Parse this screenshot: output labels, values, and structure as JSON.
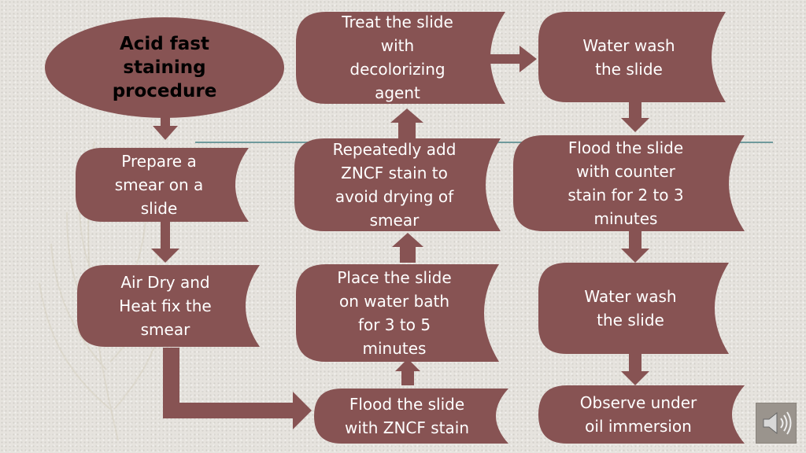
{
  "title": "Acid fast\nstaining\nprocedure",
  "colors": {
    "box_fill": "#875353",
    "arrow_fill": "#875353",
    "text": "#ffffff",
    "title_text": "#000000",
    "line": "#6f9a9c"
  },
  "steps": [
    "Prepare a\nsmear on a\nslide",
    "Air Dry and\nHeat fix the\nsmear",
    "Flood the slide\nwith ZNCF stain",
    "Place the slide\non water bath\nfor 3 to 5\nminutes",
    "Repeatedly add\nZNCF stain to\navoid drying of\nsmear",
    "Treat the slide\nwith\ndecolorizing\nagent",
    "Water wash\nthe slide",
    "Flood the slide\nwith counter\nstain for 2 to 3\nminutes",
    "Water wash\nthe slide",
    "Observe under\noil immersion"
  ],
  "icons": {
    "speaker": "speaker-icon",
    "feather": "feather-icon"
  }
}
